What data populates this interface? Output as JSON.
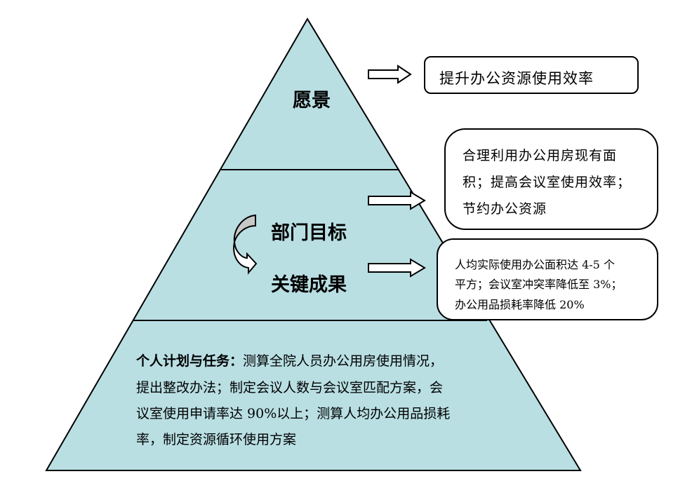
{
  "colors": {
    "pyramid_fill": "#b9dfe3",
    "stroke": "#000000",
    "curved_arrow_fill": "#c8c8c8"
  },
  "pyramid": {
    "top_label": "愿景",
    "middle_labels": [
      "部门目标",
      "关键成果"
    ],
    "bottom_prefix": "个人计划与任务：",
    "bottom_lines": [
      "测算全院人员办公用房使用情况，",
      "提出整改办法；制定会议人数与会议室匹配方案，会",
      "议室使用申请率达 90%以上；测算人均办公用品损耗",
      "率，制定资源循环使用方案"
    ]
  },
  "callouts": {
    "vision": "提升办公资源使用效率",
    "goals": [
      "合理利用办公用房现有面",
      "积；提高会议室使用效率；",
      "节约办公资源"
    ],
    "results": [
      "人均实际使用办公面积达 4-5 个",
      "平方；会议室冲突率降低至 3%；",
      "办公用品损耗率降低 20%"
    ]
  }
}
